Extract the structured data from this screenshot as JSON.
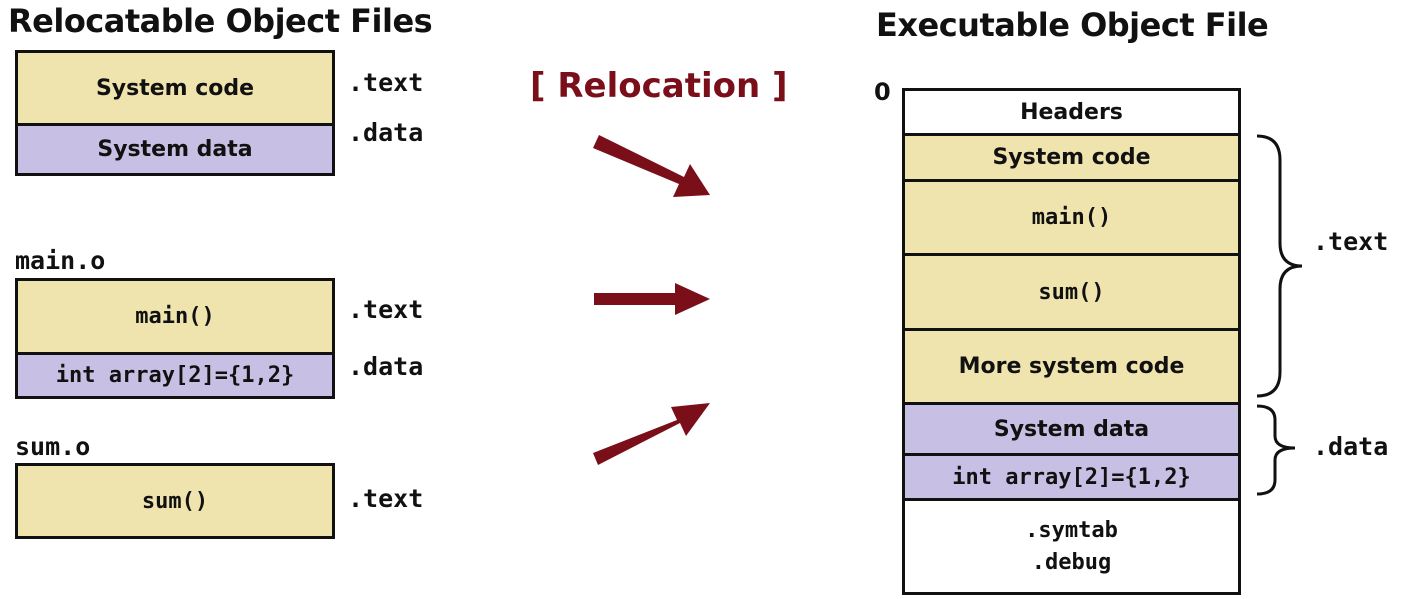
{
  "left": {
    "title": "Relocatable Object Files",
    "system_obj": {
      "code_label": "System code",
      "data_label": "System data",
      "text_section": ".text",
      "data_section": ".data"
    },
    "main_obj": {
      "file_name": "main.o",
      "code_label": "main()",
      "data_label": "int array[2]={1,2}",
      "text_section": ".text",
      "data_section": ".data"
    },
    "sum_obj": {
      "file_name": "sum.o",
      "code_label": "sum()",
      "text_section": ".text"
    }
  },
  "middle": {
    "relocation_label": "[ Relocation ]",
    "arrow_color": "#7a0f1a"
  },
  "right": {
    "title": "Executable Object File",
    "origin_label": "0",
    "sections": {
      "headers": "Headers",
      "system_code": "System code",
      "main": "main()",
      "sum": "sum()",
      "more_system_code": "More system code",
      "system_data": "System data",
      "int_array": "int array[2]={1,2}",
      "symtab": ".symtab",
      "debug": ".debug"
    },
    "text_brace_label": ".text",
    "data_brace_label": ".data"
  },
  "colors": {
    "code": "#f0e4ae",
    "data": "#c8c0e4",
    "arrow": "#7a0f1a"
  }
}
